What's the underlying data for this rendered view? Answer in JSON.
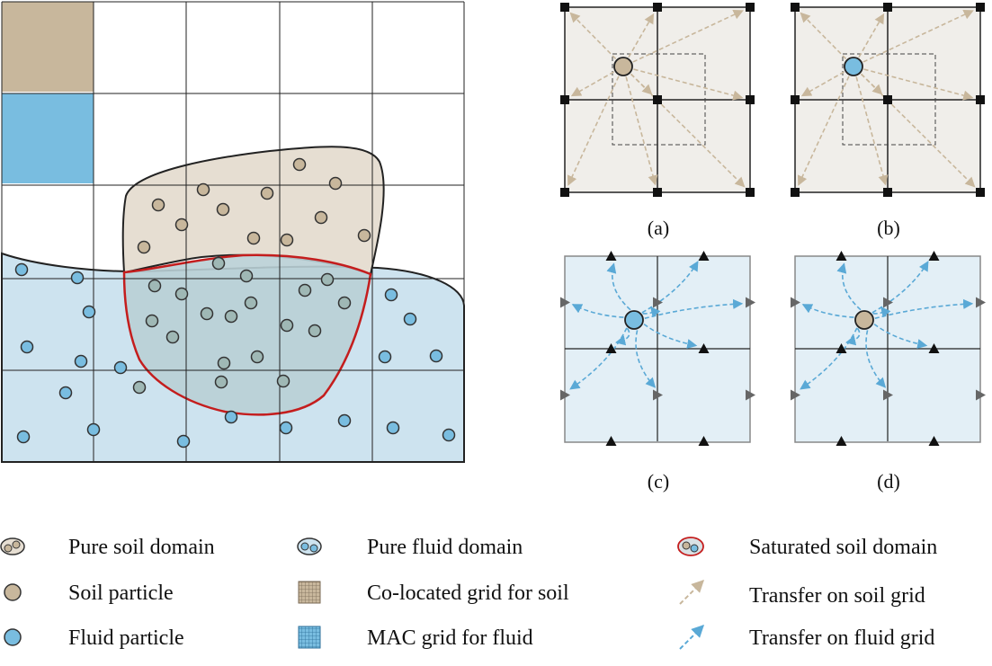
{
  "colors": {
    "soil": "#c8b79c",
    "fluid": "#79bde0",
    "soil_region": "#e6ded2",
    "fluid_region": "#cde3ef",
    "saturated_outline": "#c41d1d",
    "soil_arrow": "#c8b79c",
    "fluid_arrow": "#5aa9d6",
    "panel_soil_bg": "#f0eeea",
    "panel_fluid_bg": "#e3eff6"
  },
  "panels": {
    "a": {
      "label": "(a)",
      "particle": "soil",
      "grid": "co-located"
    },
    "b": {
      "label": "(b)",
      "particle": "fluid",
      "grid": "co-located"
    },
    "c": {
      "label": "(c)",
      "particle": "fluid",
      "grid": "MAC"
    },
    "d": {
      "label": "(d)",
      "particle": "soil",
      "grid": "MAC"
    }
  },
  "legend": {
    "col1": [
      {
        "icon": "pure-soil-domain-icon",
        "text": "Pure soil domain"
      },
      {
        "icon": "soil-particle-icon",
        "text": "Soil particle"
      },
      {
        "icon": "fluid-particle-icon",
        "text": "Fluid particle"
      }
    ],
    "col2": [
      {
        "icon": "pure-fluid-domain-icon",
        "text": "Pure fluid domain"
      },
      {
        "icon": "co-located-grid-icon",
        "text": "Co-located grid for soil"
      },
      {
        "icon": "mac-grid-icon",
        "text": "MAC grid for fluid"
      }
    ],
    "col3": [
      {
        "icon": "saturated-soil-domain-icon",
        "text": "Saturated soil domain"
      },
      {
        "icon": "soil-transfer-arrow-icon",
        "text": "Transfer on soil grid"
      },
      {
        "icon": "fluid-transfer-arrow-icon",
        "text": "Transfer on fluid grid"
      }
    ]
  }
}
